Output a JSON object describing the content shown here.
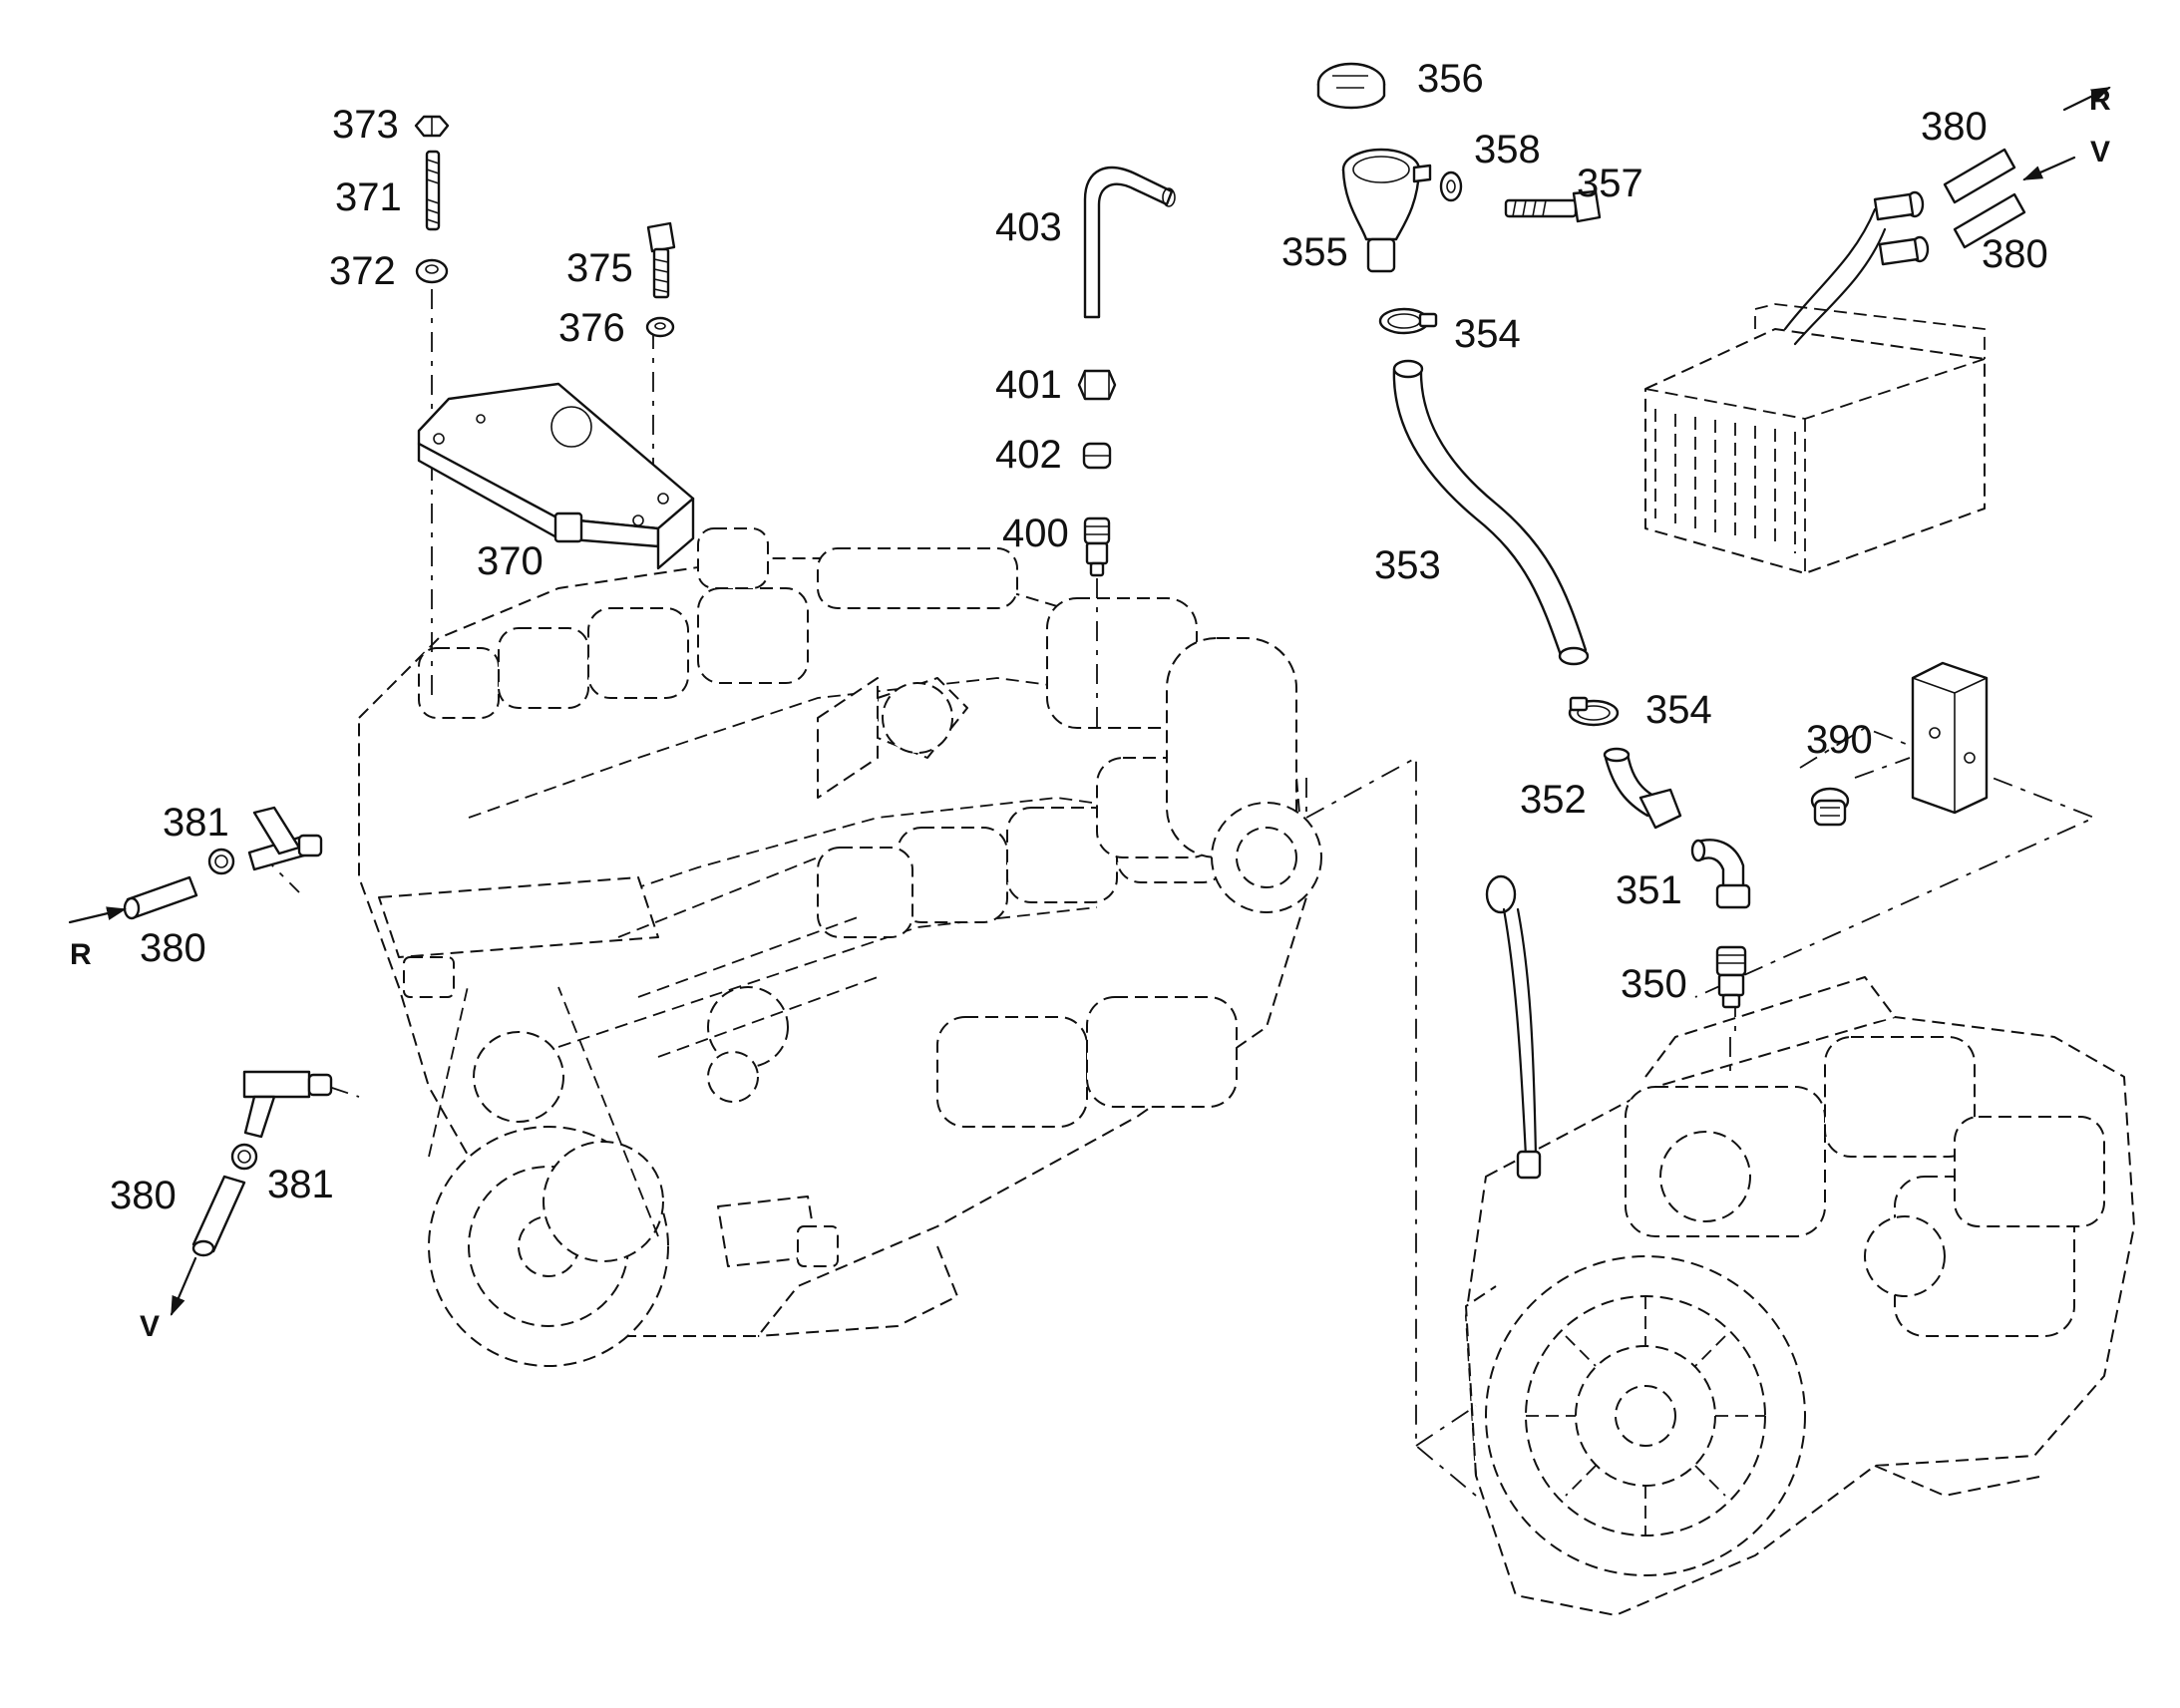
{
  "diagram": {
    "callouts": [
      {
        "id": "p373",
        "text": "373"
      },
      {
        "id": "p371",
        "text": "371"
      },
      {
        "id": "p372",
        "text": "372"
      },
      {
        "id": "p375",
        "text": "375"
      },
      {
        "id": "p376",
        "text": "376"
      },
      {
        "id": "p370",
        "text": "370"
      },
      {
        "id": "p403",
        "text": "403"
      },
      {
        "id": "p401",
        "text": "401"
      },
      {
        "id": "p402",
        "text": "402"
      },
      {
        "id": "p400",
        "text": "400"
      },
      {
        "id": "p356",
        "text": "356"
      },
      {
        "id": "p358",
        "text": "358"
      },
      {
        "id": "p357",
        "text": "357"
      },
      {
        "id": "p355",
        "text": "355"
      },
      {
        "id": "p354a",
        "text": "354"
      },
      {
        "id": "p353",
        "text": "353"
      },
      {
        "id": "p354b",
        "text": "354"
      },
      {
        "id": "p352",
        "text": "352"
      },
      {
        "id": "p351",
        "text": "351"
      },
      {
        "id": "p350",
        "text": "350"
      },
      {
        "id": "p390",
        "text": "390"
      },
      {
        "id": "p380a",
        "text": "380"
      },
      {
        "id": "p380b",
        "text": "380"
      },
      {
        "id": "p381a",
        "text": "381"
      },
      {
        "id": "p380c",
        "text": "380"
      },
      {
        "id": "p380d",
        "text": "380"
      },
      {
        "id": "p381b",
        "text": "381"
      }
    ],
    "flow_markers": {
      "return": "R",
      "supply": "V"
    }
  }
}
